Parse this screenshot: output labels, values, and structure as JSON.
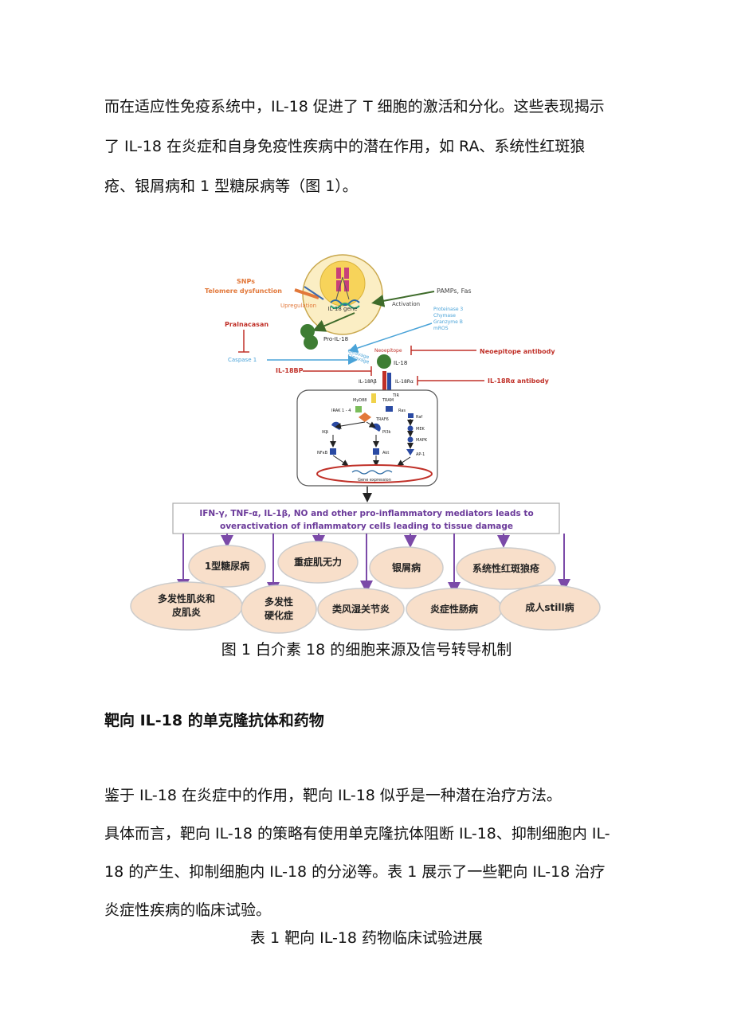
{
  "paragraph1": {
    "line1": "而在适应性免疫系统中，IL-18 促进了 T 细胞的激活和分化。这些表现揭示",
    "line2": "了 IL-18 在炎症和自身免疫性疾病中的潜在作用，如 RA、系统性红斑狼",
    "line3": "疮、银屑病和 1 型糖尿病等（图 1）。"
  },
  "figure": {
    "snps": "SNPs",
    "telomere": "Telomere dysfunction",
    "upregulation": "Upregulation",
    "pamps": "PAMPs, Fas",
    "activation": "Activation",
    "il18gene": "IL-18 gene",
    "pralnacasan": "Pralnacasan",
    "caspase1": "Caspase 1",
    "proil18": "Pro-IL-18",
    "proteases": [
      "Proteinase 3",
      "Chymase",
      "Granzyme B",
      "mROS"
    ],
    "cleavage": "Cleavage",
    "neoepitope": "Neoepitope",
    "il18": "IL-18",
    "neo_ab": "Neoepitope antibody",
    "il18bp": "IL-18BP",
    "il18rb": "IL-18Rβ",
    "il18ra": "IL-18Rα",
    "il18ra_ab": "IL-18Rα antibody",
    "tir": "TIR",
    "myd88": "MyD88",
    "tram": "TRAM",
    "irak": "IRAK 1 - 4",
    "ras": "Ras",
    "raf": "Raf",
    "traf6": "TRAF6",
    "ikb": "IKβ",
    "pi3k": "PI3k",
    "mek": "MEK",
    "mapk": "MAPK",
    "nfkb": "NFκB",
    "akt": "Akt",
    "ap1": "AP-1",
    "gene_expression": "Gene expression",
    "mediators_line1": "IFN-γ, TNF-α, IL-1β, NO and other pro-inflammatory mediators leads to",
    "mediators_line2": "overactivation of inflammatory cells leading to tissue damage",
    "diseases": {
      "t1d": "1型糖尿病",
      "mg": "重症肌无力",
      "psoriasis": "银屑病",
      "sle": "系统性红斑狼疮",
      "dm_line1": "多发性肌炎和",
      "dm_line2": "皮肌炎",
      "ms_line1": "多发性",
      "ms_line2": "硬化症",
      "ra": "类风湿关节炎",
      "ibd": "炎症性肠病",
      "still": "成人still病"
    }
  },
  "figure_caption": "图 1 白介素 18 的细胞来源及信号转导机制",
  "section_heading": "靶向 IL-18 的单克隆抗体和药物",
  "paragraph2": "鉴于 IL-18 在炎症中的作用，靶向 IL-18 似乎是一种潜在治疗方法。",
  "paragraph3": {
    "line1": "具体而言，靶向 IL-18 的策略有使用单克隆抗体阻断 IL-18、抑制细胞内 IL-",
    "line2": "18 的产生、抑制细胞内 IL-18 的分泌等。表 1 展示了一些靶向 IL-18 治疗",
    "line3": "炎症性疾病的临床试验。"
  },
  "table_caption": "表 1 靶向 IL-18 药物临床试验进展"
}
